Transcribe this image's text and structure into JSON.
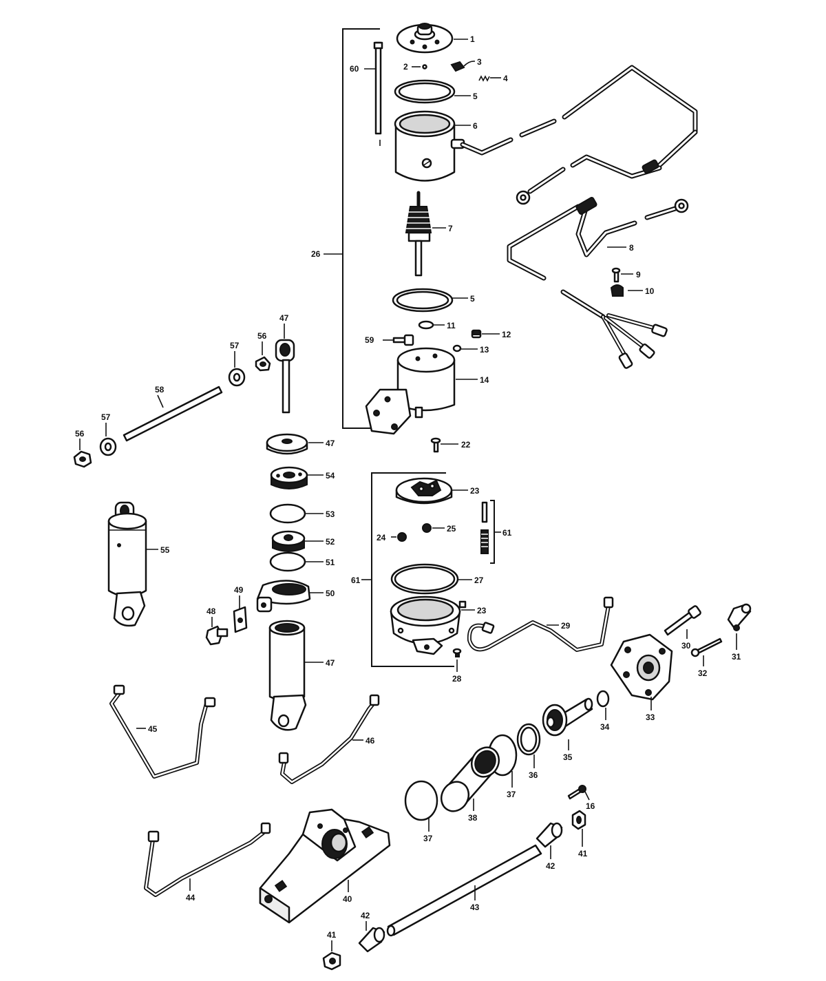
{
  "diagram": {
    "callouts": [
      {
        "id": "c1",
        "label": "1"
      },
      {
        "id": "c2",
        "label": "2"
      },
      {
        "id": "c3",
        "label": "3"
      },
      {
        "id": "c4",
        "label": "4"
      },
      {
        "id": "c5a",
        "label": "5"
      },
      {
        "id": "c6",
        "label": "6"
      },
      {
        "id": "c60",
        "label": "60"
      },
      {
        "id": "c26",
        "label": "26"
      },
      {
        "id": "c7",
        "label": "7"
      },
      {
        "id": "c8",
        "label": "8"
      },
      {
        "id": "c9",
        "label": "9"
      },
      {
        "id": "c10",
        "label": "10"
      },
      {
        "id": "c5b",
        "label": "5"
      },
      {
        "id": "c11",
        "label": "11"
      },
      {
        "id": "c12",
        "label": "12"
      },
      {
        "id": "c13",
        "label": "13"
      },
      {
        "id": "c59",
        "label": "59"
      },
      {
        "id": "c14",
        "label": "14"
      },
      {
        "id": "c47a",
        "label": "47"
      },
      {
        "id": "c56a",
        "label": "56"
      },
      {
        "id": "c57a",
        "label": "57"
      },
      {
        "id": "c58",
        "label": "58"
      },
      {
        "id": "c57b",
        "label": "57"
      },
      {
        "id": "c56b",
        "label": "56"
      },
      {
        "id": "c22",
        "label": "22"
      },
      {
        "id": "c47b",
        "label": "47"
      },
      {
        "id": "c54",
        "label": "54"
      },
      {
        "id": "c23a",
        "label": "23"
      },
      {
        "id": "c53",
        "label": "53"
      },
      {
        "id": "c55",
        "label": "55"
      },
      {
        "id": "c24",
        "label": "24"
      },
      {
        "id": "c25",
        "label": "25"
      },
      {
        "id": "c61a",
        "label": "61"
      },
      {
        "id": "c52",
        "label": "52"
      },
      {
        "id": "c51",
        "label": "51"
      },
      {
        "id": "c61b",
        "label": "61"
      },
      {
        "id": "c27",
        "label": "27"
      },
      {
        "id": "c50",
        "label": "50"
      },
      {
        "id": "c49",
        "label": "49"
      },
      {
        "id": "c23b",
        "label": "23"
      },
      {
        "id": "c48",
        "label": "48"
      },
      {
        "id": "c29",
        "label": "29"
      },
      {
        "id": "c30",
        "label": "30"
      },
      {
        "id": "c31",
        "label": "31"
      },
      {
        "id": "c32",
        "label": "32"
      },
      {
        "id": "c47c",
        "label": "47"
      },
      {
        "id": "c28",
        "label": "28"
      },
      {
        "id": "c33",
        "label": "33"
      },
      {
        "id": "c34",
        "label": "34"
      },
      {
        "id": "c45",
        "label": "45"
      },
      {
        "id": "c46",
        "label": "46"
      },
      {
        "id": "c35",
        "label": "35"
      },
      {
        "id": "c36",
        "label": "36"
      },
      {
        "id": "c37a",
        "label": "37"
      },
      {
        "id": "c16",
        "label": "16"
      },
      {
        "id": "c38",
        "label": "38"
      },
      {
        "id": "c37b",
        "label": "37"
      },
      {
        "id": "c41a",
        "label": "41"
      },
      {
        "id": "c42a",
        "label": "42"
      },
      {
        "id": "c40",
        "label": "40"
      },
      {
        "id": "c44",
        "label": "44"
      },
      {
        "id": "c43",
        "label": "43"
      },
      {
        "id": "c42b",
        "label": "42"
      },
      {
        "id": "c41b",
        "label": "41"
      }
    ]
  }
}
